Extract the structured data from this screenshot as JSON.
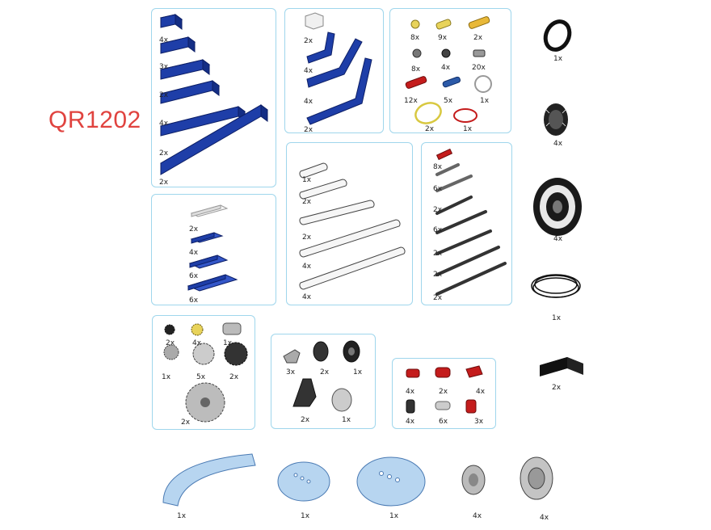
{
  "set_code": "QR1202",
  "colors": {
    "blue": "#1e3ea8",
    "dark_blue": "#13266e",
    "white": "#f6f6f6",
    "gray": "#8c8c8c",
    "black": "#1a1a1a",
    "red": "#c41c1c",
    "yellow": "#e8d35a",
    "transparent_blue": "#a9d0ee",
    "box_border": "#9fd6ec",
    "code_red": "#e0433f"
  },
  "boxes": {
    "beams_blue": {
      "counts": [
        "4x",
        "3x",
        "2x",
        "4x",
        "2x",
        "2x"
      ]
    },
    "angled_beams": {
      "counts": [
        "2x",
        "4x",
        "4x",
        "2x"
      ]
    },
    "connectors": {
      "counts": [
        "8x",
        "9x",
        "2x",
        "8x",
        "4x",
        "20x",
        "12x",
        "5x",
        "1x",
        "2x",
        "1x"
      ]
    },
    "plates": {
      "counts": [
        "2x",
        "4x",
        "6x",
        "6x"
      ]
    },
    "white_liftarms": {
      "counts": [
        "1x",
        "2x",
        "2x",
        "4x",
        "4x"
      ]
    },
    "axles": {
      "counts": [
        "8x",
        "6x",
        "2x",
        "6x",
        "2x",
        "2x",
        "2x"
      ]
    },
    "gears": {
      "counts": [
        "2x",
        "4x",
        "1x",
        "1x",
        "5x",
        "2x",
        "2x"
      ]
    },
    "misc": {
      "counts": [
        "3x",
        "2x",
        "1x",
        "2x",
        "1x"
      ]
    },
    "red_connectors": {
      "counts": [
        "4x",
        "2x",
        "4x",
        "4x",
        "6x",
        "3x"
      ]
    }
  },
  "loose_parts": {
    "counts": [
      "1x",
      "4x",
      "4x",
      "1x",
      "2x"
    ]
  },
  "bottom_parts": {
    "counts": [
      "1x",
      "1x",
      "1x",
      "4x",
      "4x"
    ]
  }
}
